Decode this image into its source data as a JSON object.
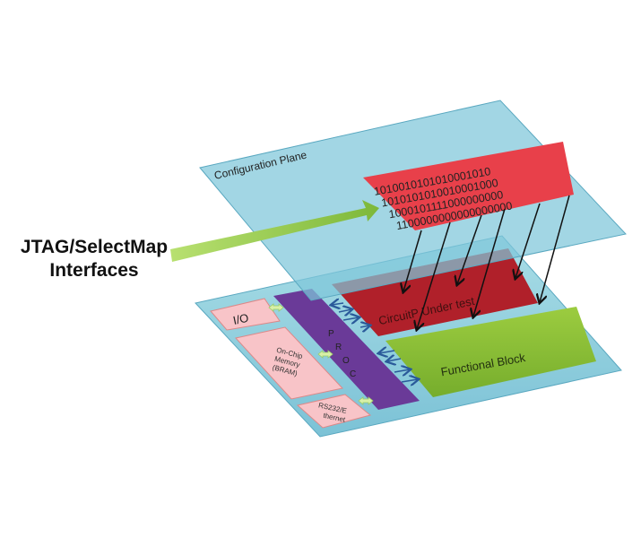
{
  "interface_label": {
    "line1": "JTAG/SelectMap",
    "line2": "Interfaces"
  },
  "config_plane": {
    "title": "Configuration Plane",
    "bitstream": [
      "1010010101010001010",
      "1010101010010001000",
      "1000101111000000000",
      "1100000000000000000"
    ]
  },
  "fabric": {
    "io": "I/O",
    "memory": {
      "line1": "On-Chip",
      "line2": "Memory",
      "line3": "(BRAM)"
    },
    "rs232": {
      "line1": "RS232/E",
      "line2": "thernet"
    },
    "proc": [
      "P",
      "R",
      "O",
      "C"
    ],
    "cut": "CircuitP Under test",
    "functional": "Functional Block"
  },
  "colors": {
    "plane": "#8fd0de",
    "bitstream": "#e8404a",
    "cut": "#b0202a",
    "functional": "#8cc43c",
    "proc": "#6a3a98",
    "pink": "#f8c4c8",
    "arrow": "#8cc43c"
  }
}
